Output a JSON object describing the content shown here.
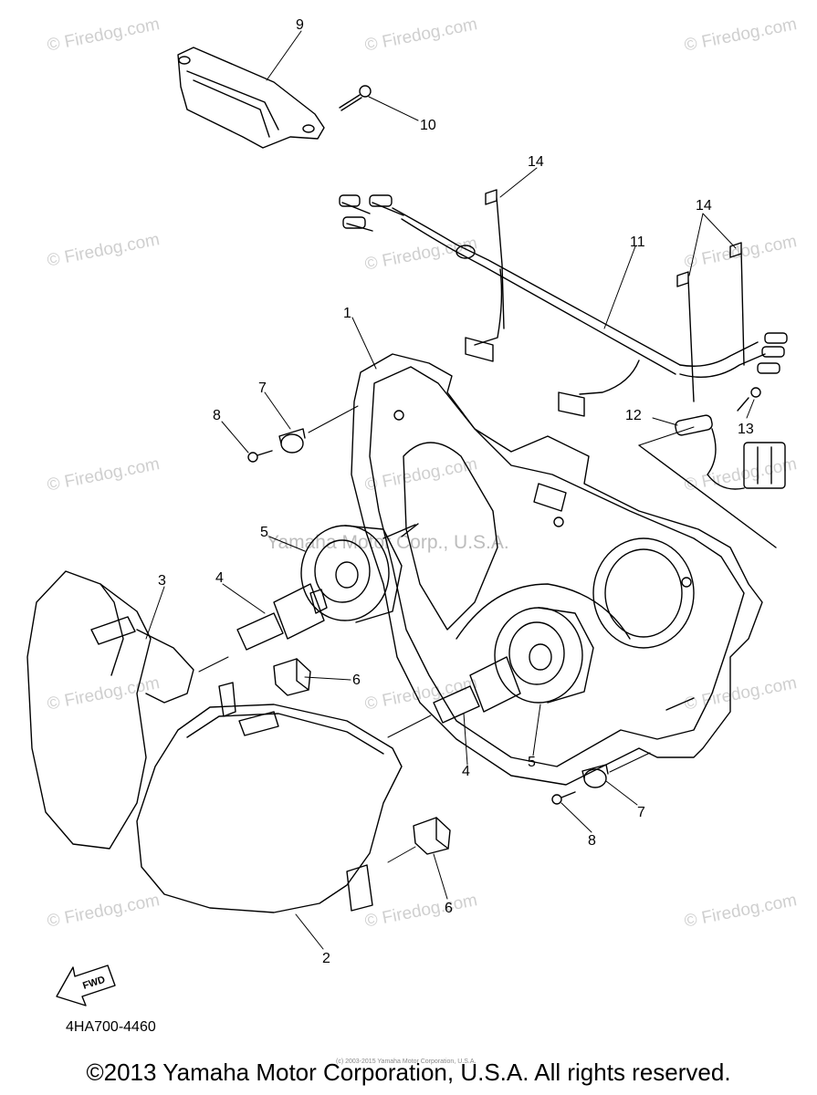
{
  "watermark_text": "© Firedog.com",
  "center_watermark": "Yamaha Motor Corp., U.S.A.",
  "small_watermark": "(c) 2003-2015 Yamaha Motor Corporation, U.S.A.",
  "fwd_label": "FWD",
  "part_code": "4HA700-4460",
  "copyright": "©2013 Yamaha Motor Corporation, U.S.A. All rights reserved.",
  "callouts": {
    "c1": "1",
    "c2": "2",
    "c3": "3",
    "c4a": "4",
    "c4b": "4",
    "c5a": "5",
    "c5b": "5",
    "c6a": "6",
    "c6b": "6",
    "c7a": "7",
    "c7b": "7",
    "c8a": "8",
    "c8b": "8",
    "c9": "9",
    "c10": "10",
    "c11": "11",
    "c12": "12",
    "c13": "13",
    "c14a": "14",
    "c14b": "14"
  },
  "colors": {
    "line": "#000000",
    "watermark": "#cfcfcf"
  }
}
